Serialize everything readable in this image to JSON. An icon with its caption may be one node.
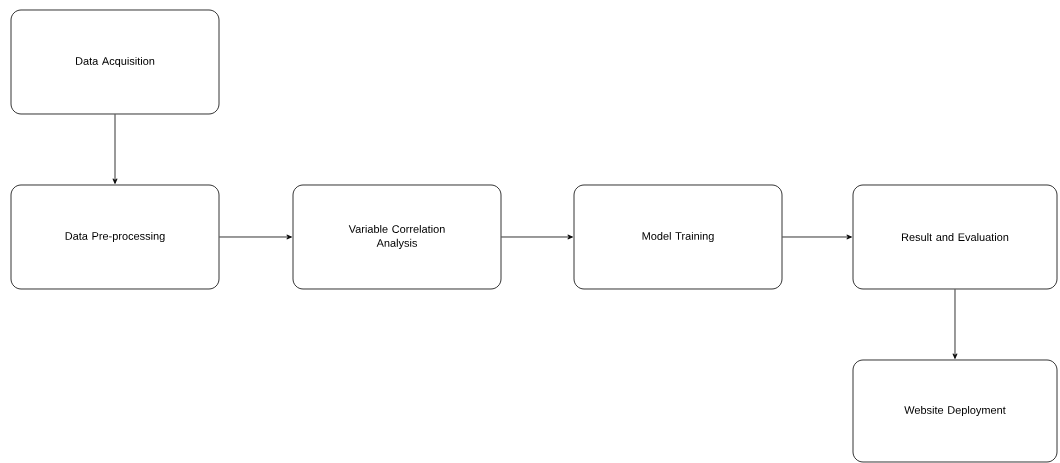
{
  "diagram": {
    "nodes": [
      {
        "text": [
          "Data Acquisition"
        ]
      },
      {
        "text": [
          "Data Pre-processing"
        ]
      },
      {
        "text": [
          "Variable Correlation Analysis"
        ]
      },
      {
        "text": [
          "Model Training"
        ]
      },
      {
        "text": [
          "Result and Evaluation"
        ]
      },
      {
        "text": [
          "Website Deployment"
        ]
      }
    ],
    "edges": [
      {
        "from": 0,
        "to": 1,
        "arrow": "to"
      },
      {
        "from": 1,
        "to": 2,
        "arrow": "to"
      },
      {
        "from": 2,
        "to": 3,
        "arrow": "to"
      },
      {
        "from": 3,
        "to": 4,
        "arrow": "to"
      },
      {
        "from": 4,
        "to": 5,
        "arrow": "to"
      }
    ]
  }
}
